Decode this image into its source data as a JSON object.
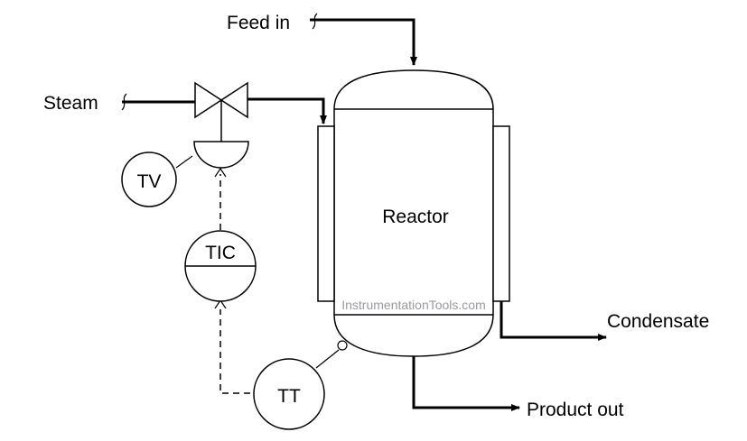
{
  "labels": {
    "feed_in": "Feed in",
    "steam": "Steam",
    "reactor": "Reactor",
    "condensate": "Condensate",
    "product_out": "Product out",
    "tv": "TV",
    "tic": "TIC",
    "tt": "TT",
    "watermark": "InstrumentationTools.com"
  },
  "colors": {
    "line": "#000000",
    "watermark": "#9a9aa0",
    "background": "#ffffff"
  }
}
